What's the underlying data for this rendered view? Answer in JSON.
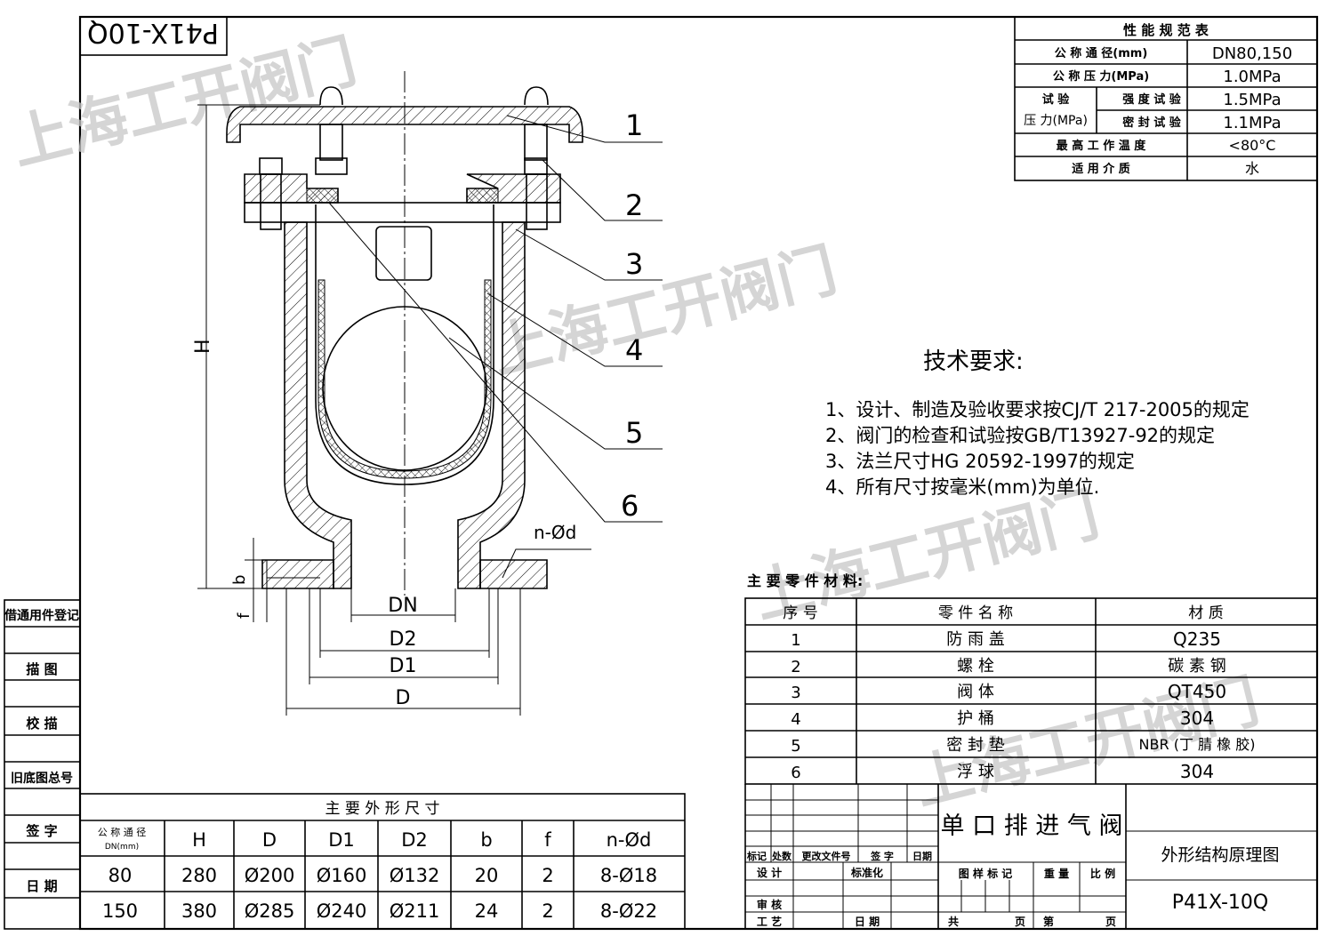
{
  "drawing_code_rotated": "P41X-10Q",
  "watermark": "上海工开阀门",
  "performance_table": {
    "title": "性 能 规 范 表",
    "rows": [
      {
        "label": "公 称 通 径(mm)",
        "value": "DN80,150"
      },
      {
        "label": "公 称 压 力(MPa)",
        "value": "1.0MPa"
      },
      {
        "label": "强 度 试 验",
        "value": "1.5MPa"
      },
      {
        "label": "密 封 试 验",
        "value": "1.1MPa"
      },
      {
        "label": "最 高 工 作 温 度",
        "value": "<80°C"
      },
      {
        "label": "适 用 介 质",
        "value": "水"
      }
    ],
    "test_group_line1": "试 验",
    "test_group_line2": "压 力(MPa)"
  },
  "callouts": [
    "1",
    "2",
    "3",
    "4",
    "5",
    "6"
  ],
  "dimension_labels": {
    "H": "H",
    "b": "b",
    "f": "f",
    "DN": "DN",
    "D2": "D2",
    "D1": "D1",
    "D": "D",
    "nd": "n-Ød"
  },
  "tech_requirements": {
    "title": "技术要求:",
    "items": [
      "1、设计、制造及验收要求按CJ/T 217-2005的规定",
      "2、阀门的检查和试验按GB/T13927-92的规定",
      "3、法兰尺寸HG 20592-1997的规定",
      "4、所有尺寸按毫米(mm)为单位."
    ]
  },
  "parts_table": {
    "caption": "主 要 零 件 材 料:",
    "headers": [
      "序 号",
      "零 件 名 称",
      "材  质"
    ],
    "rows": [
      [
        "1",
        "防 雨 盖",
        "Q235"
      ],
      [
        "2",
        "螺  栓",
        "碳 素 钢"
      ],
      [
        "3",
        "阀  体",
        "QT450"
      ],
      [
        "4",
        "护  桶",
        "304"
      ],
      [
        "5",
        "密 封 垫",
        "NBR (丁 腈 橡 胶)"
      ],
      [
        "6",
        "浮  球",
        "304"
      ]
    ]
  },
  "dimension_table": {
    "title": "主 要 外 形 尺 寸",
    "header_first_line1": "公 称 通 径",
    "header_first_line2": "DN(mm)",
    "headers": [
      "H",
      "D",
      "D1",
      "D2",
      "b",
      "f",
      "n-Ød"
    ],
    "rows": [
      [
        "80",
        "280",
        "Ø200",
        "Ø160",
        "Ø132",
        "20",
        "2",
        "8-Ø18"
      ],
      [
        "150",
        "380",
        "Ø285",
        "Ø240",
        "Ø211",
        "24",
        "2",
        "8-Ø22"
      ]
    ]
  },
  "left_strip": [
    "借通用件登记",
    "描  图",
    "校  描",
    "旧底图总号",
    "签  字",
    "日  期"
  ],
  "title_block": {
    "product_name": "单 口 排 进 气 阀",
    "drawing_title": "外形结构原理图",
    "drawing_number": "P41X-10Q",
    "rev_headers": [
      "标记",
      "处数",
      "更改文件号",
      "签 字",
      "日期"
    ],
    "design": "设 计",
    "standardize": "标准化",
    "review": "审 核",
    "process": "工 艺",
    "date": "日 期",
    "sample_mark": "图 样 标 记",
    "weight": "重 量",
    "scale": "比 例",
    "total": "共",
    "page": "页",
    "sheet": "第",
    "page2": "页"
  }
}
